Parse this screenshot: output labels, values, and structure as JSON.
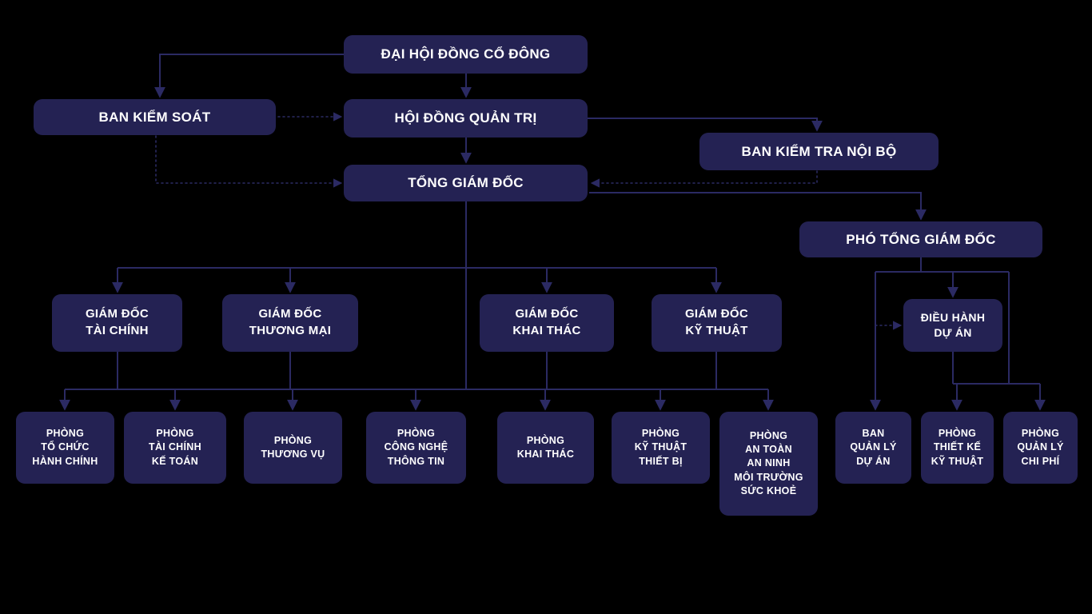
{
  "diagram": {
    "type": "org-chart",
    "language": "vi",
    "colors": {
      "background": "#000000",
      "box_fill": "#242253",
      "line": "#2b2a63",
      "text": "#ffffff"
    }
  },
  "nodes": {
    "dhdcd": {
      "label": "ĐẠI HỘI ĐỒNG CỔ ĐÔNG"
    },
    "bks": {
      "label": "BAN KIỂM SOÁT"
    },
    "hdqt": {
      "label": "HỘI ĐỒNG QUẢN TRỊ"
    },
    "bktnb": {
      "label": "BAN KIỂM TRA NỘI BỘ"
    },
    "tgd": {
      "label": "TỔNG GIÁM ĐỐC"
    },
    "ptgd": {
      "label": "PHÓ TỔNG GIÁM ĐỐC"
    },
    "gdtc": {
      "label": "GIÁM ĐỐC\nTÀI CHÍNH"
    },
    "gdtm": {
      "label": "GIÁM ĐỐC\nTHƯƠNG MẠI"
    },
    "gdkt": {
      "label": "GIÁM ĐỐC\nKHAI THÁC"
    },
    "gdkyt": {
      "label": "GIÁM ĐỐC\nKỸ THUẬT"
    },
    "dhda": {
      "label": "ĐIỀU HÀNH\nDỰ ÁN"
    },
    "ptchc": {
      "label": "PHÒNG\nTỔ CHỨC\nHÀNH CHÍNH"
    },
    "ptckt": {
      "label": "PHÒNG\nTÀI CHÍNH\nKẾ TOÁN"
    },
    "ptv": {
      "label": "PHÒNG\nTHƯƠNG VỤ"
    },
    "pcntt": {
      "label": "PHÒNG\nCÔNG NGHỆ\nTHÔNG TIN"
    },
    "pkt": {
      "label": "PHÒNG\nKHAI THÁC"
    },
    "pktttb": {
      "label": "PHÒNG\nKỸ THUẬT\nTHIẾT BỊ"
    },
    "patsk": {
      "label": "PHÒNG\nAN TOÀN\nAN NINH\nMÔI TRƯỜNG\nSỨC KHOẺ"
    },
    "bqlda": {
      "label": "BAN\nQUẢN LÝ\nDỰ ÁN"
    },
    "ptkkt": {
      "label": "PHÒNG\nTHIẾT KẾ\nKỸ THUẬT"
    },
    "pqlcp": {
      "label": "PHÒNG\nQUẢN LÝ\nCHI PHÍ"
    }
  },
  "edges": [
    {
      "from": "dhdcd",
      "to": "hdqt",
      "style": "solid"
    },
    {
      "from": "dhdcd",
      "to": "bks",
      "style": "solid"
    },
    {
      "from": "bks",
      "to": "hdqt",
      "style": "dotted"
    },
    {
      "from": "hdqt",
      "to": "tgd",
      "style": "solid"
    },
    {
      "from": "hdqt",
      "to": "bktnb",
      "style": "solid"
    },
    {
      "from": "bks",
      "to": "tgd",
      "style": "dotted"
    },
    {
      "from": "bktnb",
      "to": "tgd",
      "style": "dotted"
    },
    {
      "from": "tgd",
      "to": "ptgd",
      "style": "solid"
    },
    {
      "from": "tgd",
      "to": "gdtc",
      "style": "solid"
    },
    {
      "from": "tgd",
      "to": "gdtm",
      "style": "solid"
    },
    {
      "from": "tgd",
      "to": "gdkt",
      "style": "solid"
    },
    {
      "from": "tgd",
      "to": "gdkyt",
      "style": "solid"
    },
    {
      "from": "gdtc",
      "to": "ptchc",
      "style": "solid"
    },
    {
      "from": "gdtc",
      "to": "ptckt",
      "style": "solid"
    },
    {
      "from": "gdtm",
      "to": "ptv",
      "style": "solid"
    },
    {
      "from": "tgd",
      "to": "pcntt",
      "style": "solid"
    },
    {
      "from": "gdkt",
      "to": "pkt",
      "style": "solid"
    },
    {
      "from": "gdkyt",
      "to": "pktttb",
      "style": "solid"
    },
    {
      "from": "gdkyt",
      "to": "patsk",
      "style": "solid"
    },
    {
      "from": "ptgd",
      "to": "bqlda",
      "style": "solid"
    },
    {
      "from": "ptgd",
      "to": "dhda",
      "style": "solid"
    },
    {
      "from": "bqlda",
      "to": "dhda",
      "style": "dotted"
    },
    {
      "from": "dhda",
      "to": "ptkkt",
      "style": "solid"
    },
    {
      "from": "dhda",
      "to": "pqlcp",
      "style": "solid"
    }
  ]
}
